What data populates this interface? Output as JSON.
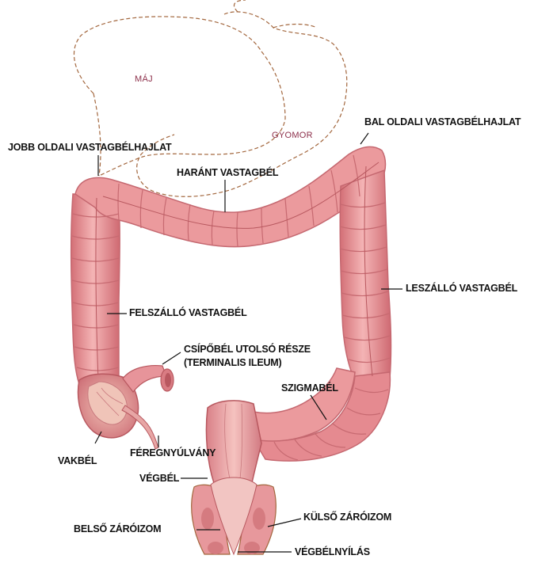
{
  "organs": {
    "liver": "MÁJ",
    "stomach": "GYOMOR"
  },
  "labels": {
    "left_flexure": "BAL OLDALI VASTAGBÉLHAJLAT",
    "right_flexure": "JOBB OLDALI VASTAGBÉLHAJLAT",
    "transverse": "HARÁNT VASTAGBÉL",
    "descending": "LESZÁLLÓ VASTAGBÉL",
    "ascending": "FELSZÁLLÓ VASTAGBÉL",
    "ileum_line1": "CSÍPŐBÉL UTOLSÓ RÉSZE",
    "ileum_line2": "(TERMINALIS ILEUM)",
    "sigmoid": "SZIGMABÉL",
    "cecum": "VAKBÉL",
    "appendix": "FÉREGNYÚLVÁNY",
    "rectum": "VÉGBÉL",
    "internal_sphincter": "BELSŐ ZÁRÓIZOM",
    "external_sphincter": "KÜLSŐ ZÁRÓIZOM",
    "anus": "VÉGBÉLNYÍLÁS"
  },
  "colors": {
    "tissue": "#e98f94",
    "tissue_dark": "#c8656c",
    "tissue_light": "#f6c3c3",
    "outline": "#a3673e",
    "organ_text": "#8c2f4a",
    "label_text": "#111111"
  }
}
